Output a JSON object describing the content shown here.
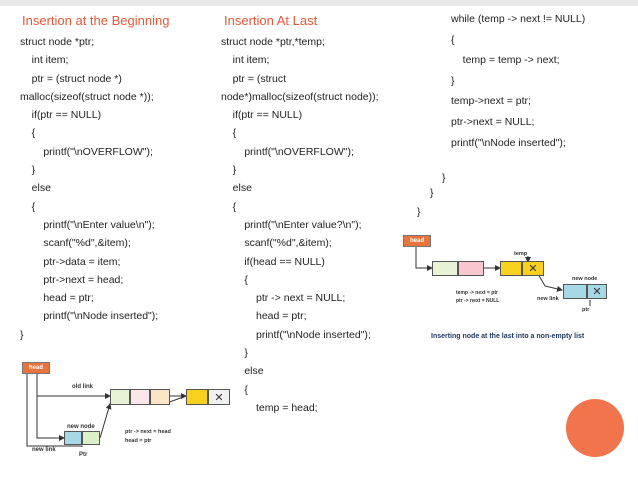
{
  "col1": {
    "heading": "Insertion at the Beginning",
    "lines": [
      "struct node *ptr;",
      "    int item;",
      "    ptr = (struct node *)",
      "malloc(sizeof(struct node *));",
      "    if(ptr == NULL)",
      "    {",
      "        printf(\"\\nOVERFLOW\");",
      "    }",
      "    else",
      "    {",
      "        printf(\"\\nEnter value\\n\");",
      "        scanf(\"%d\",&item);",
      "        ptr->data = item;",
      "        ptr->next = head;",
      "        head = ptr;",
      "        printf(\"\\nNode inserted\");",
      "}"
    ]
  },
  "col2": {
    "heading": "Insertion At Last",
    "lines": [
      "struct node *ptr,*temp;",
      "    int item;",
      "    ptr = (struct",
      "node*)malloc(sizeof(struct node));",
      "    if(ptr == NULL)",
      "    {",
      "        printf(\"\\nOVERFLOW\");",
      "    }",
      "    else",
      "    {",
      "        printf(\"\\nEnter value?\\n\");",
      "        scanf(\"%d\",&item);",
      "        if(head == NULL)",
      "        {",
      "            ptr -> next = NULL;",
      "            head = ptr;",
      "            printf(\"\\nNode inserted\");",
      "        }",
      "        else",
      "        {",
      "            temp = head;"
    ]
  },
  "col3": {
    "lines": [
      "while (temp -> next != NULL)",
      "{",
      "    temp = temp -> next;",
      "}",
      "temp->next = ptr;",
      "ptr->next = NULL;",
      "printf(\"\\nNode inserted\");"
    ],
    "braces": [
      "}",
      "}",
      "}"
    ]
  },
  "diagram_left": {
    "head_label": "head",
    "old_link": "old link",
    "new_node": "new node",
    "new_link": "new link",
    "ptr": "Ptr",
    "note1": "ptr -> next = head",
    "note2": "head = ptr",
    "x_mark": "✕"
  },
  "diagram_right": {
    "head_label": "head",
    "temp": "temp",
    "new_node": "new node",
    "new_link": "new link",
    "ptr": "ptr",
    "note1": "temp -> next = ptr",
    "note2": "ptr -> next = NULL",
    "x_mark": "✕",
    "caption": "Inserting node at the last into a non-empty list"
  }
}
